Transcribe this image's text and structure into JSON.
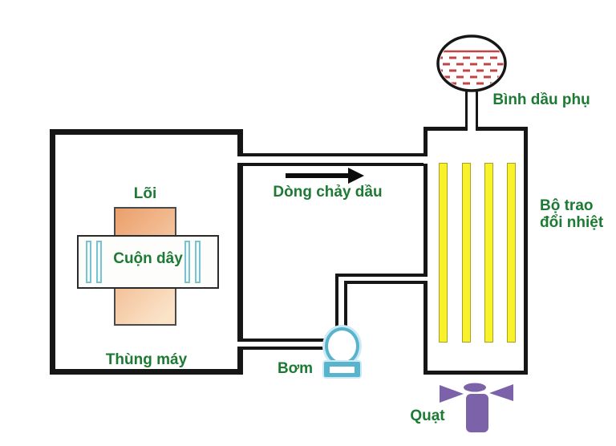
{
  "labels": {
    "conservator": "Bình dầu phụ",
    "oil_flow": "Dòng chảy dầu",
    "core": "Lõi",
    "winding": "Cuộn dây",
    "tank": "Thùng máy",
    "pump": "Bơm",
    "heat_exchanger": "Bộ trao\nđổi nhiệt",
    "fan": "Quạt"
  },
  "colors": {
    "label_green": "#1c7a33",
    "line_black": "#161616",
    "core_orange_dark": "#eb9f6b",
    "core_orange_light": "#fbe3c8",
    "duct_teal": "#79c3cf",
    "bar_yellow": "#f8f22b",
    "bar_yellow_border": "#ac9f23",
    "pump_teal": "#58b4cd",
    "fan_purple": "#7c63a9",
    "oil_red": "#c04545"
  }
}
